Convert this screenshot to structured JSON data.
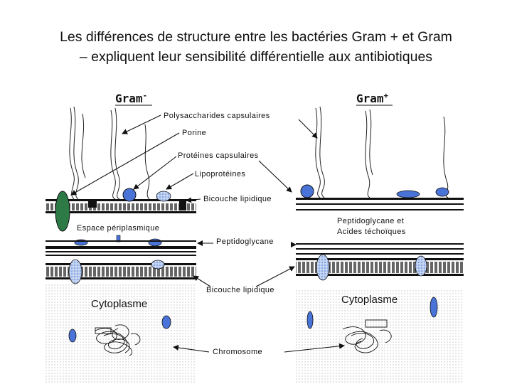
{
  "title": {
    "line1": "Les différences de structure entre les bactéries Gram + et Gram",
    "line2": "– expliquent leur sensibilité différentielle aux antibiotiques"
  },
  "diagram": {
    "gram_negative_label": "Gram",
    "gram_negative_sign": "-",
    "gram_positive_label": "Gram",
    "gram_positive_sign": "+",
    "labels": {
      "polysaccharides": "Polysaccharides capsulaires",
      "porine": "Porine",
      "proteines_capsulaires": "Protéines capsulaires",
      "lipoproteines": "Lipoprotéines",
      "bicouche_top": "Bicouche lipidique",
      "espace_periplasmique": "Espace périplasmique",
      "peptidoglycane": "Peptidoglycane",
      "peptidoglycane_acides": "Peptidoglycane et",
      "acides_teichoiques": "Acides téchoïques",
      "bicouche_bottom": "Bicouche lipidique",
      "cytoplasme_left": "Cytoplasme",
      "cytoplasme_right": "Cytoplasme",
      "chromosome": "Chromosome"
    },
    "colors": {
      "protein_blue": "#4a73d8",
      "porin_green": "#2d7a47",
      "membrane_black": "#111111"
    }
  }
}
